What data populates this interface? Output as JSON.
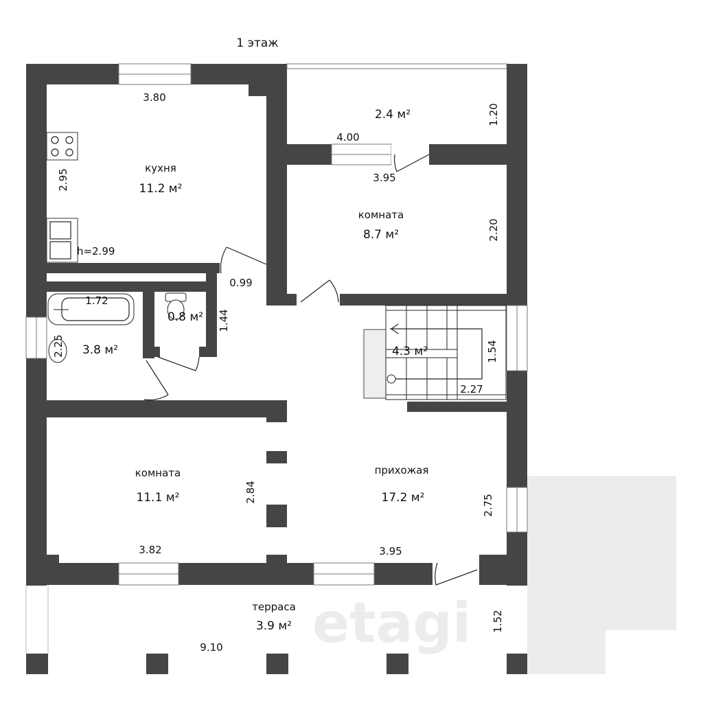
{
  "title": "1 этаж",
  "watermark": "etagi",
  "colors": {
    "wall": "#454547",
    "terrace_fill": "#ececec"
  },
  "rooms": {
    "kitchen": {
      "name": "кухня",
      "area": "11.2 м²"
    },
    "storage": {
      "area": "2.4 м²"
    },
    "room_small": {
      "name": "комната",
      "area": "8.7 м²"
    },
    "bathroom": {
      "area": "3.8 м²"
    },
    "toilet": {
      "area": "0.8 м²"
    },
    "stairs": {
      "area": "4.3 м²"
    },
    "room_large": {
      "name": "комната",
      "area": "11.1 м²"
    },
    "hall": {
      "name": "прихожая",
      "area": "17.2 м²"
    },
    "terrace": {
      "name": "терраса",
      "area": "3.9 м²"
    }
  },
  "dimensions": {
    "kitchen_width": "3.80",
    "kitchen_depth": "2.95",
    "ceiling_height": "h=2.99",
    "storage_width": "4.00",
    "storage_depth": "1.20",
    "room_small_width": "3.95",
    "room_small_depth": "2.20",
    "corridor_width": "0.99",
    "bath_width": "1.72",
    "bath_depth": "2.25",
    "toilet_depth": "1.44",
    "stairs_depth": "1.54",
    "stairs_width": "2.27",
    "room_large_width": "3.82",
    "room_large_depth": "2.84",
    "hall_width": "3.95",
    "hall_depth": "2.75",
    "terrace_depth": "1.52",
    "terrace_width": "9.10"
  }
}
